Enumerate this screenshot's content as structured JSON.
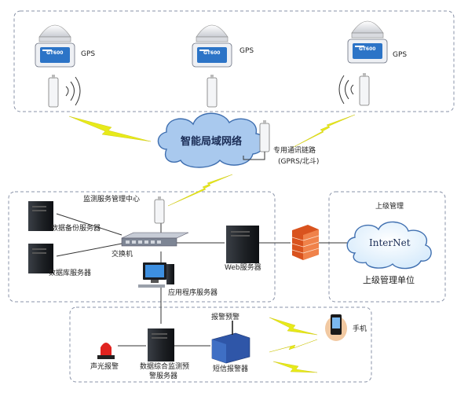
{
  "gps_units": [
    {
      "model": "GT600",
      "label": "GPS"
    },
    {
      "model": "GT600",
      "label": "GPS"
    },
    {
      "model": "GT600",
      "label": "GPS"
    }
  ],
  "network": {
    "cloud_label": "智能局域网络",
    "link_label_line1": "专用通讯链路",
    "link_label_line2": "(GPRS/北斗)"
  },
  "monitoring_center": {
    "title": "监测服务管理中心",
    "backup_server": "数据备份服务器",
    "db_server": "数据库服务器",
    "switch": "交换机",
    "app_server": "应用程序服务器",
    "web_server": "Web服务器"
  },
  "upper_management": {
    "title": "上级管理",
    "internet": "InterNet",
    "unit": "上级管理单位"
  },
  "alarm": {
    "title": "报警预警",
    "light": "声光报警",
    "server_line1": "数据综合监测预",
    "server_line2": "警服务器",
    "sms": "短信报警器",
    "phone": "手机"
  },
  "colors": {
    "box_border": "#8a93a8",
    "cloud_fill": "#a9c9ee",
    "cloud_stroke": "#3f6fb0",
    "bolt": "#e7ea1a",
    "firewall": "#d9531e",
    "server": "#1f2328"
  }
}
